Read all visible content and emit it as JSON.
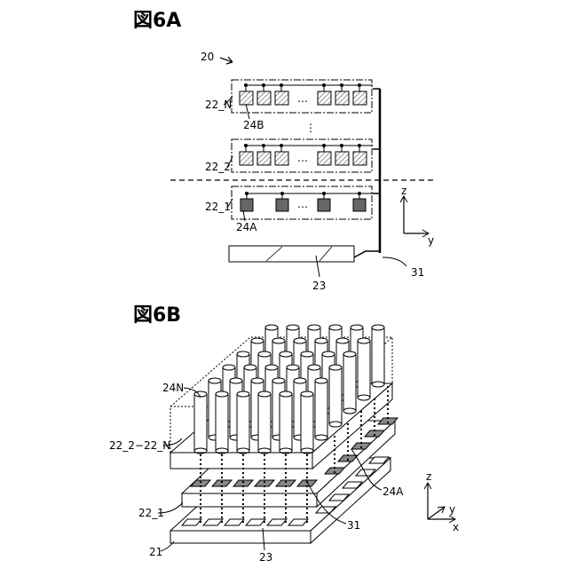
{
  "figure_a": {
    "title": "図6A",
    "ref_device": "20",
    "label_layer_n": "22_N",
    "label_layer_2": "22_2",
    "label_layer_1": "22_1",
    "label_elem_b": "24B",
    "label_elem_a": "24A",
    "label_substrate": "23",
    "label_wire": "31",
    "ellipsis_h": "…",
    "ellipsis_v": "⋮",
    "axis_z": "z",
    "axis_y": "y"
  },
  "figure_b": {
    "title": "図6B",
    "label_pillars": "24N",
    "label_stack": "22_2−22_N",
    "label_layer_1": "22_1",
    "label_base": "21",
    "label_substrate": "23",
    "label_elem_a": "24A",
    "label_wire": "31",
    "axis_z": "z",
    "axis_y": "y",
    "axis_x": "x"
  }
}
